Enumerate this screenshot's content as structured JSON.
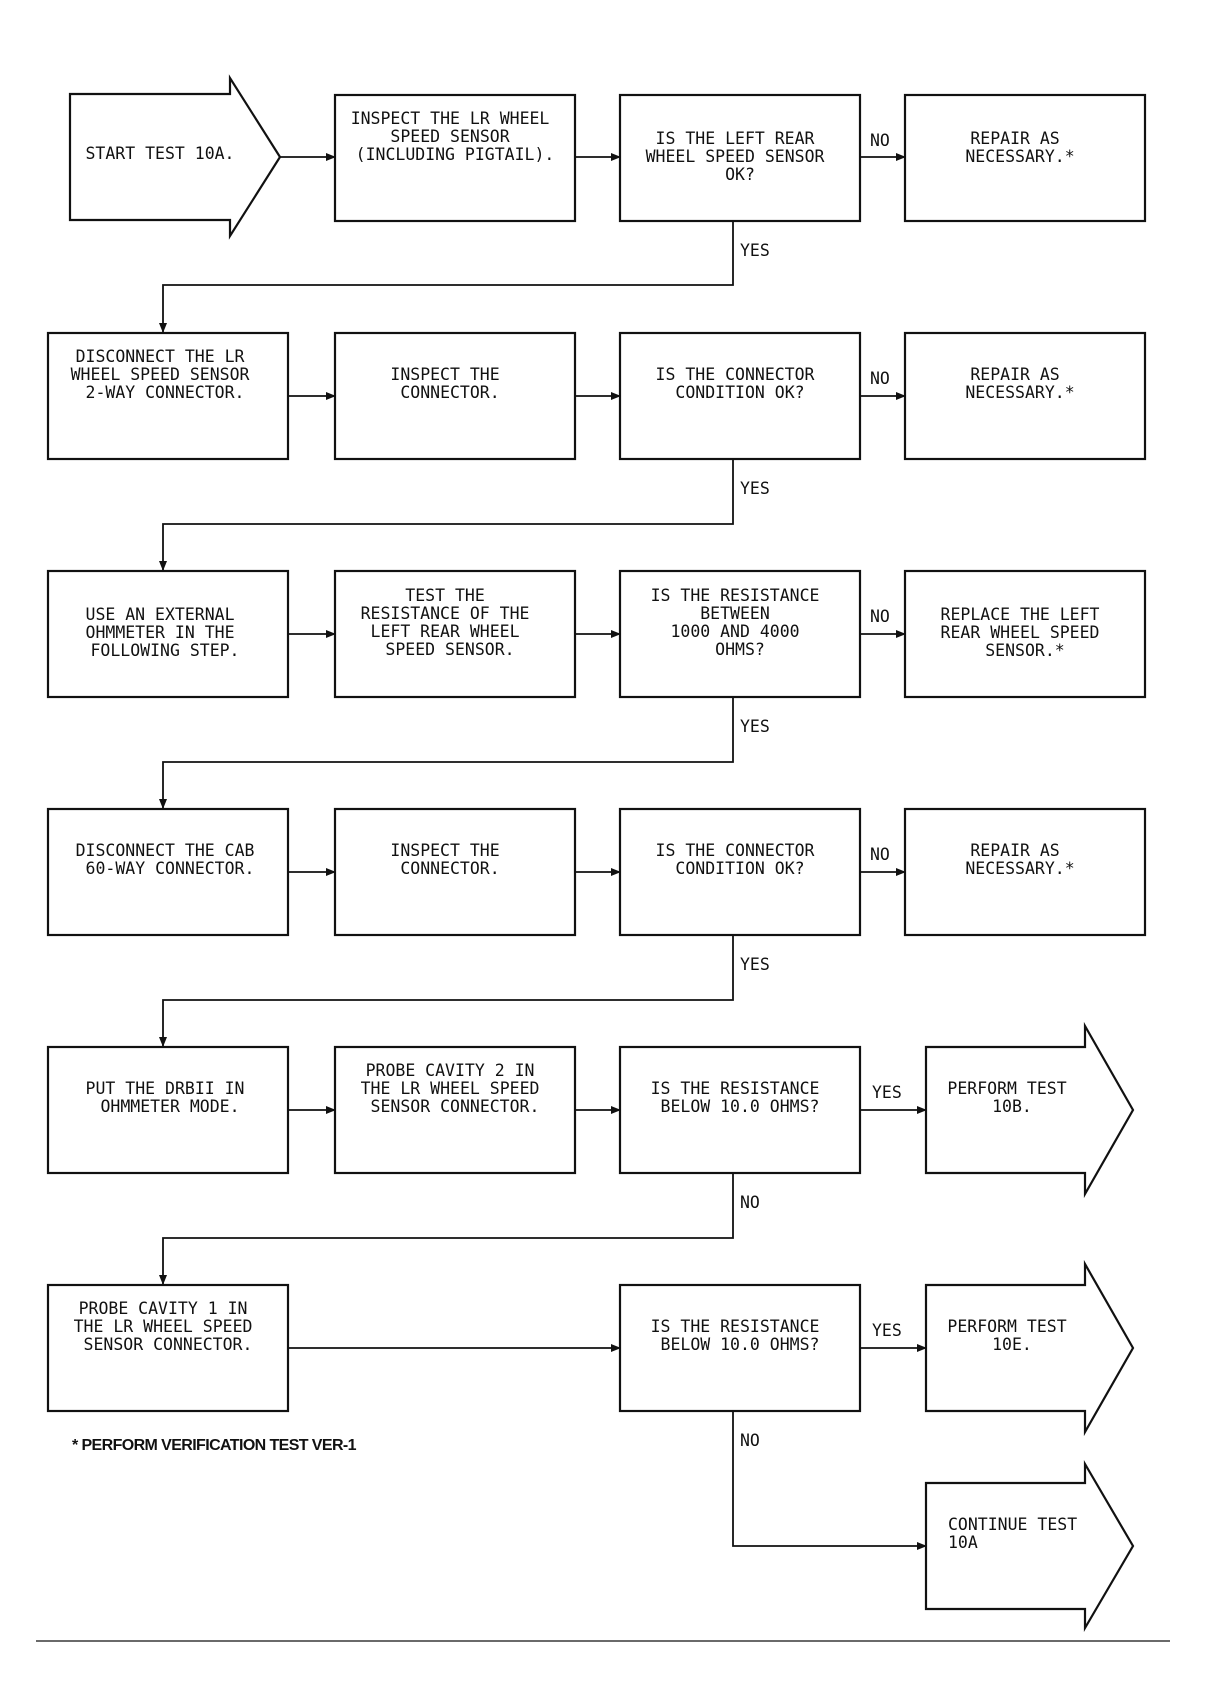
{
  "nodes": {
    "start": [
      "START TEST 10A."
    ],
    "inspect_lr_sensor": [
      "INSPECT THE LR WHEEL",
      "SPEED SENSOR",
      "(INCLUDING PIGTAIL)."
    ],
    "q_lr_sensor_ok": [
      "IS THE LEFT REAR",
      "WHEEL SPEED SENSOR",
      "OK?"
    ],
    "repair_1": [
      "REPAIR AS",
      "NECESSARY.*"
    ],
    "disconnect_2way": [
      "DISCONNECT THE LR",
      "WHEEL SPEED SENSOR",
      "2-WAY CONNECTOR."
    ],
    "inspect_connector_1": [
      "INSPECT THE",
      "CONNECTOR."
    ],
    "q_connector_ok_1": [
      "IS THE CONNECTOR",
      "CONDITION OK?"
    ],
    "repair_2": [
      "REPAIR AS",
      "NECESSARY.*"
    ],
    "use_ohmmeter": [
      "USE AN EXTERNAL",
      "OHMMETER IN THE",
      "FOLLOWING STEP."
    ],
    "test_resistance": [
      "TEST THE",
      "RESISTANCE OF THE",
      "LEFT REAR WHEEL",
      "SPEED SENSOR."
    ],
    "q_resistance_range": [
      "IS THE RESISTANCE",
      "BETWEEN",
      "1000 AND 4000",
      "OHMS?"
    ],
    "replace_sensor": [
      "REPLACE THE LEFT",
      "REAR WHEEL SPEED",
      "SENSOR.*"
    ],
    "disconnect_cab": [
      "DISCONNECT THE CAB",
      "60-WAY CONNECTOR."
    ],
    "inspect_connector_2": [
      "INSPECT THE",
      "CONNECTOR."
    ],
    "q_connector_ok_2": [
      "IS THE CONNECTOR",
      "CONDITION OK?"
    ],
    "repair_3": [
      "REPAIR AS",
      "NECESSARY.*"
    ],
    "put_drbii": [
      "PUT THE DRBII IN",
      "OHMMETER MODE."
    ],
    "probe_cavity_2": [
      "PROBE CAVITY 2 IN",
      "THE LR WHEEL SPEED",
      "SENSOR CONNECTOR."
    ],
    "q_below_10_a": [
      "IS THE RESISTANCE",
      "BELOW 10.0 OHMS?"
    ],
    "perform_10b": [
      "PERFORM TEST",
      "10B."
    ],
    "probe_cavity_1": [
      "PROBE CAVITY 1 IN",
      "THE LR WHEEL SPEED",
      "SENSOR CONNECTOR."
    ],
    "q_below_10_b": [
      "IS THE RESISTANCE",
      "BELOW 10.0 OHMS?"
    ],
    "perform_10e": [
      "PERFORM TEST",
      "10E."
    ],
    "continue_10a": [
      "CONTINUE TEST",
      "10A"
    ]
  },
  "edge_labels": {
    "no": "NO",
    "yes": "YES"
  },
  "footnote": "* PERFORM VERIFICATION TEST VER-1"
}
